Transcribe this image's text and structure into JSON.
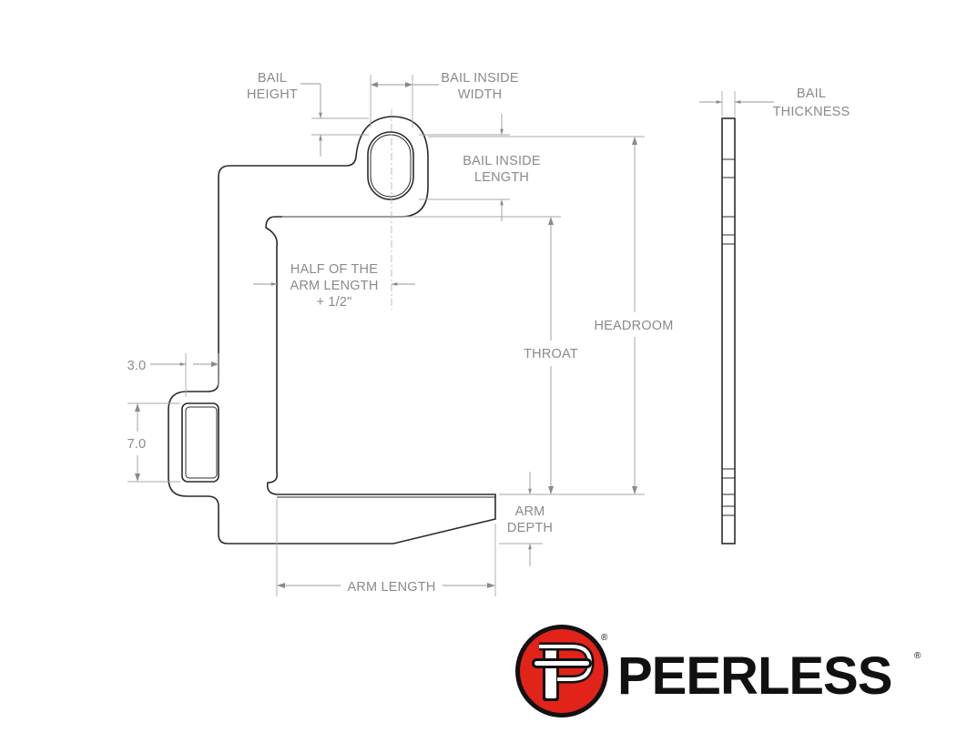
{
  "labels": {
    "bail_height_1": "BAIL",
    "bail_height_2": "HEIGHT",
    "bail_inside_width_1": "BAIL INSIDE",
    "bail_inside_width_2": "WIDTH",
    "bail_inside_length_1": "BAIL INSIDE",
    "bail_inside_length_2": "LENGTH",
    "half_arm_1": "HALF OF THE",
    "half_arm_2": "ARM LENGTH",
    "half_arm_3": "+ 1/2\"",
    "headroom": "HEADROOM",
    "throat": "THROAT",
    "dim_3_0": "3.0",
    "dim_7_0": "7.0",
    "arm_depth_1": "ARM",
    "arm_depth_2": "DEPTH",
    "arm_length": "ARM LENGTH",
    "bail_thickness_1": "BAIL",
    "bail_thickness_2": "THICKNESS"
  },
  "logo": {
    "brand": "PEERLESS",
    "registered": "®",
    "red": "#e2231a",
    "black": "#111111"
  },
  "colors": {
    "outline": "#2b2b2b",
    "dimension": "#8a8a8a"
  }
}
